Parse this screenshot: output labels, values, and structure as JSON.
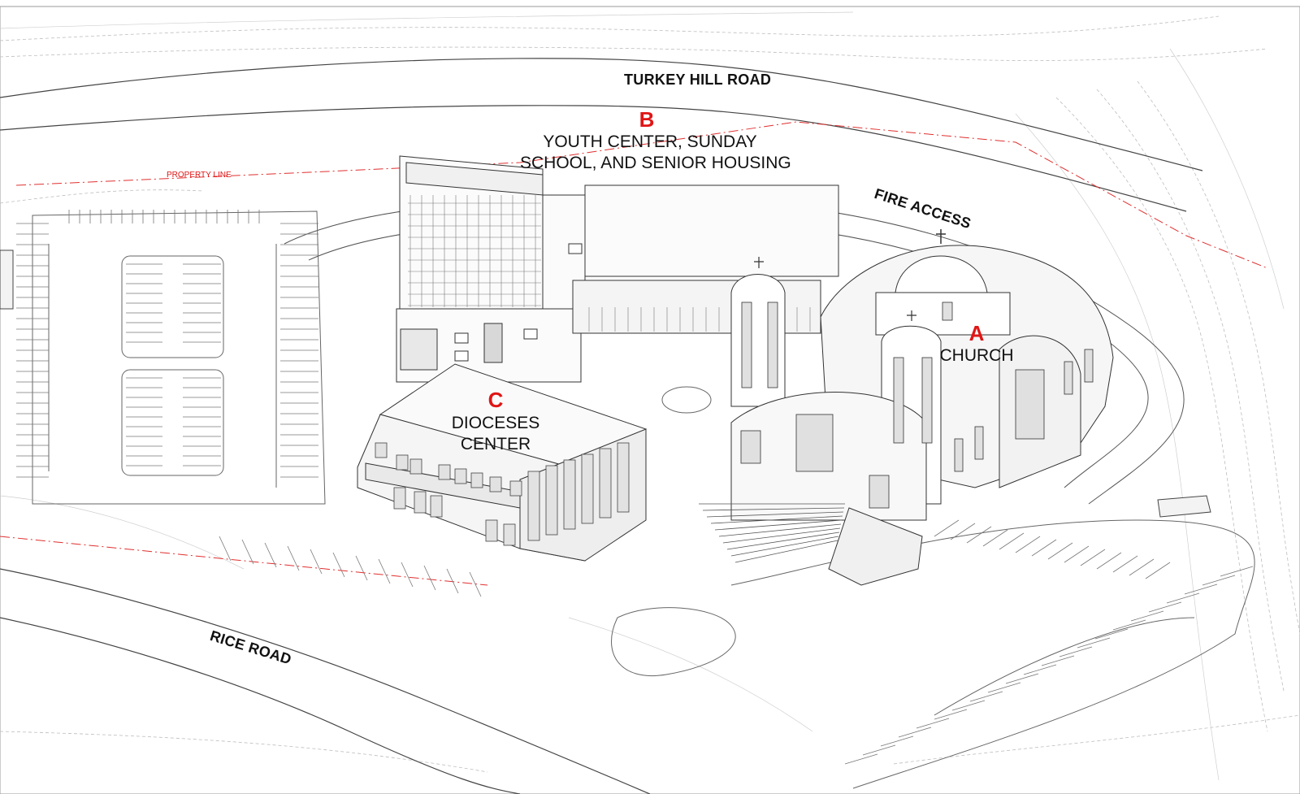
{
  "roads": {
    "turkey_hill": "TURKEY HILL ROAD",
    "rice": "RICE ROAD",
    "fire_access": "FIRE ACCESS"
  },
  "property_line": "PROPERTY LINE",
  "buildings": {
    "a": {
      "letter": "A",
      "name": "CHURCH"
    },
    "b": {
      "letter": "B",
      "line1": "YOUTH CENTER, SUNDAY",
      "line2": "SCHOOL, AND SENIOR HOUSING"
    },
    "c": {
      "letter": "C",
      "line1": "DIOCESES",
      "line2": "CENTER"
    }
  },
  "colors": {
    "label_red": "#e01515",
    "property_line": "#e03030",
    "linework": "#555555",
    "contour": "#b5b5b5"
  }
}
